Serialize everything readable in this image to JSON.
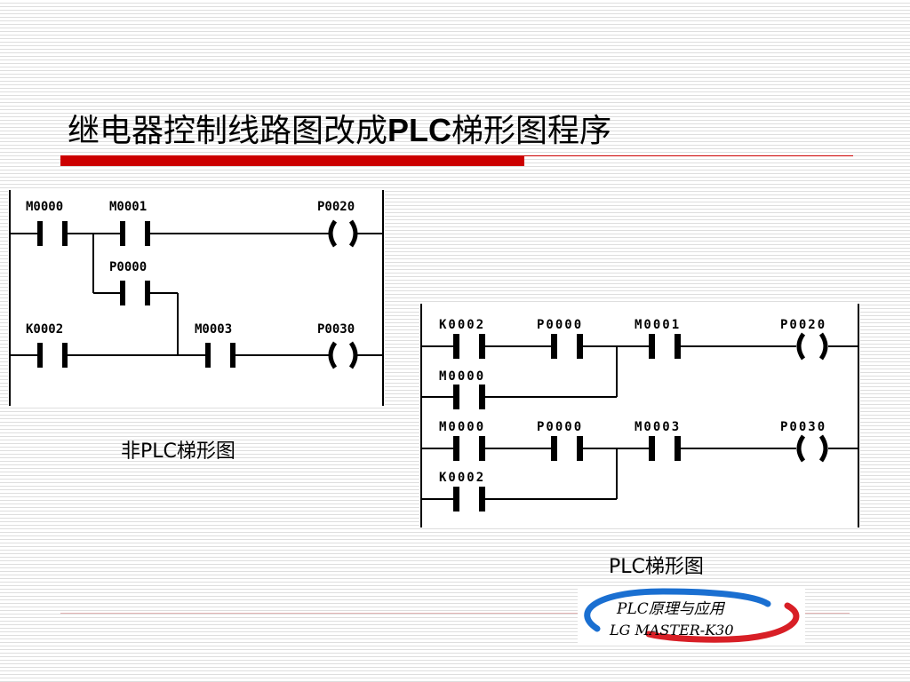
{
  "slide": {
    "title_cn_1": "继电器控制线路图改成",
    "title_latin": "PLC",
    "title_cn_2": "梯形图程序",
    "caption_left": "非PLC梯形图",
    "caption_right": "PLC梯形图"
  },
  "diagram_left": {
    "labels": {
      "m0000": "M0000",
      "m0001": "M0001",
      "p0020": "P0020",
      "p0000": "P0000",
      "k0002": "K0002",
      "m0003": "M0003",
      "p0030": "P0030"
    }
  },
  "diagram_right": {
    "labels": {
      "r1_k0002": "K0002",
      "r1_p0000": "P0000",
      "r1_m0001": "M0001",
      "r1_p0020": "P0020",
      "r1b_m0000": "M0000",
      "r2_m0000": "M0000",
      "r2_p0000": "P0000",
      "r2_m0003": "M0003",
      "r2_p0030": "P0030",
      "r2b_k0002": "K0002"
    }
  },
  "logo": {
    "line1": "PLC原理与应用",
    "line2": "LG MASTER-K30",
    "colors": {
      "ring_blue": "#1a6fd1",
      "ring_red": "#d81f26"
    }
  },
  "colors": {
    "accent_red": "#cc0000"
  }
}
